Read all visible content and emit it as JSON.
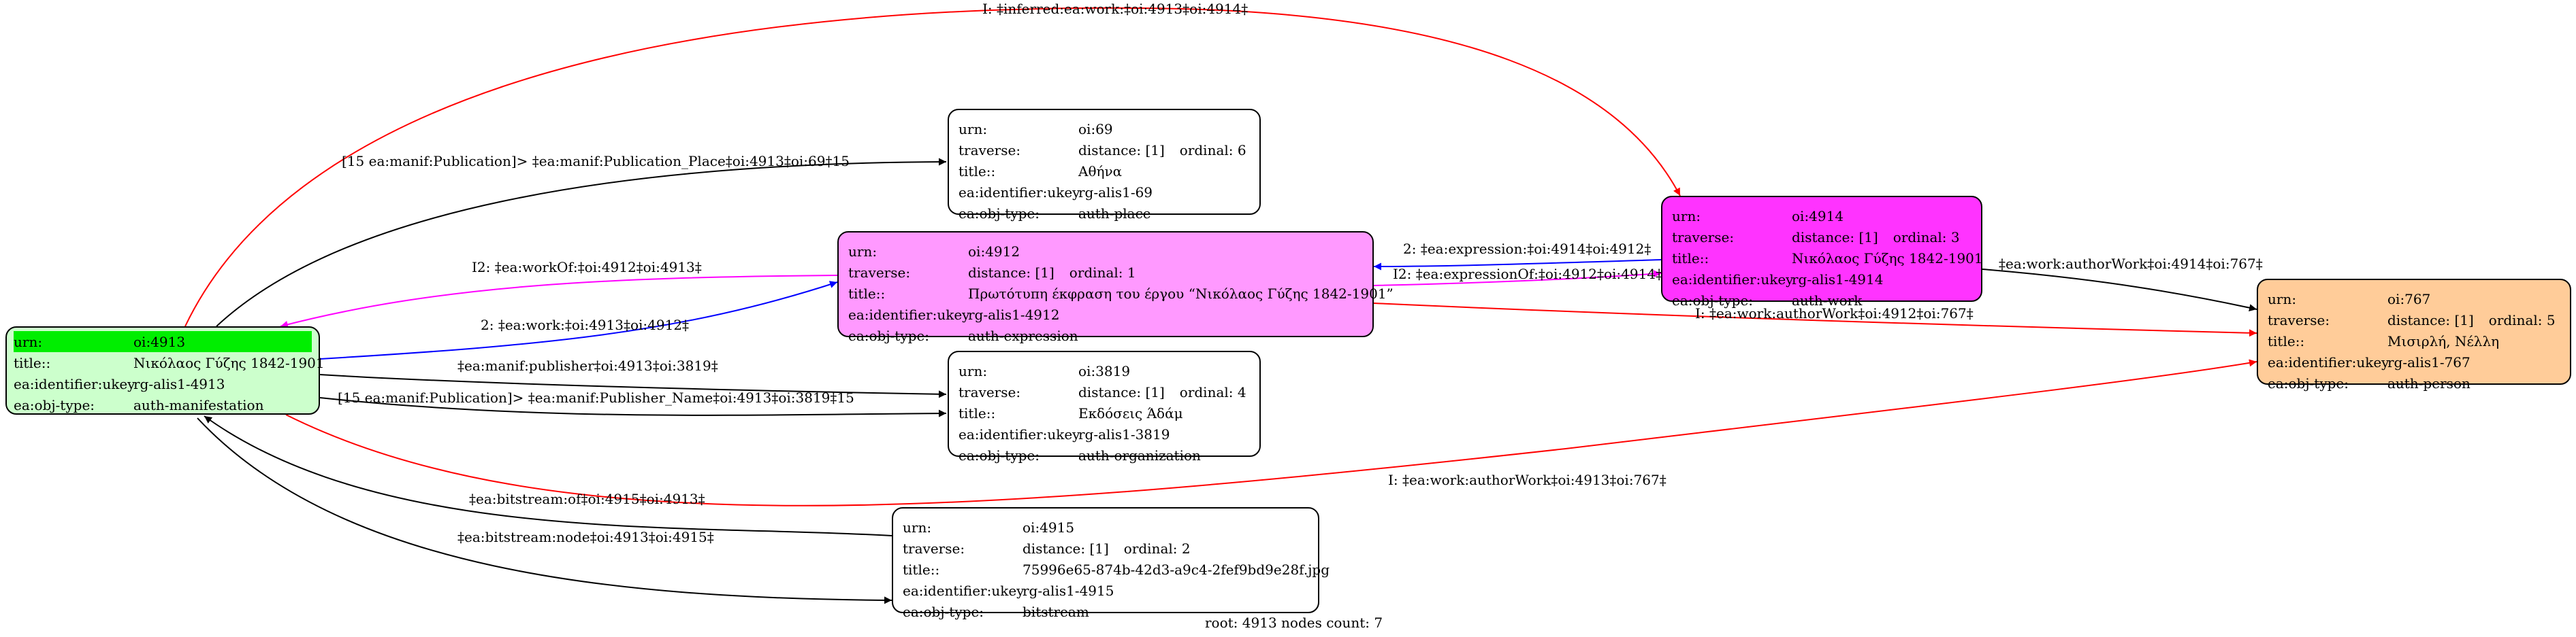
{
  "nodes": {
    "n4913": {
      "fill": "#ccffcc",
      "rows": [
        {
          "key": "urn:",
          "value": "oi:4913",
          "highlight": true
        },
        {
          "key": "title::",
          "value": "Νικόλαος Γύζης 1842-1901"
        },
        {
          "key": "ea:identifier:ukey",
          "value": "rg-alis1-4913"
        },
        {
          "key": "ea:obj-type:",
          "value": "auth-manifestation"
        }
      ]
    },
    "n69": {
      "fill": "#ffffff",
      "rows": [
        {
          "key": "urn:",
          "value": "oi:69"
        },
        {
          "key": "traverse:",
          "value": "distance: [1]",
          "ordinal": "ordinal: 6"
        },
        {
          "key": "title::",
          "value": "Αθήνα"
        },
        {
          "key": "ea:identifier:ukey",
          "value": "rg-alis1-69"
        },
        {
          "key": "ea:obj-type:",
          "value": "auth-place"
        }
      ]
    },
    "n4912": {
      "fill": "#ff99ff",
      "rows": [
        {
          "key": "urn:",
          "value": "oi:4912"
        },
        {
          "key": "traverse:",
          "value": "distance: [1]",
          "ordinal": "ordinal: 1"
        },
        {
          "key": "title::",
          "value": "Πρωτότυπη έκφραση του έργου “Νικόλαος Γύζης 1842-1901”"
        },
        {
          "key": "ea:identifier:ukey",
          "value": "rg-alis1-4912"
        },
        {
          "key": "ea:obj-type:",
          "value": "auth-expression"
        }
      ]
    },
    "n4914": {
      "fill": "#ff33ff",
      "rows": [
        {
          "key": "urn:",
          "value": "oi:4914"
        },
        {
          "key": "traverse:",
          "value": "distance: [1]",
          "ordinal": "ordinal: 3"
        },
        {
          "key": "title::",
          "value": "Νικόλαος Γύζης 1842-1901"
        },
        {
          "key": "ea:identifier:ukey",
          "value": "rg-alis1-4914"
        },
        {
          "key": "ea:obj-type:",
          "value": "auth-work"
        }
      ]
    },
    "n767": {
      "fill": "#ffcc99",
      "rows": [
        {
          "key": "urn:",
          "value": "oi:767"
        },
        {
          "key": "traverse:",
          "value": "distance: [1]",
          "ordinal": "ordinal: 5"
        },
        {
          "key": "title::",
          "value": "Μισιρλή, Νέλλη"
        },
        {
          "key": "ea:identifier:ukey",
          "value": "rg-alis1-767"
        },
        {
          "key": "ea:obj-type:",
          "value": "auth-person"
        }
      ]
    },
    "n3819": {
      "fill": "#ffffff",
      "rows": [
        {
          "key": "urn:",
          "value": "oi:3819"
        },
        {
          "key": "traverse:",
          "value": "distance: [1]",
          "ordinal": "ordinal: 4"
        },
        {
          "key": "title::",
          "value": "Εκδόσεις Άδάμ"
        },
        {
          "key": "ea:identifier:ukey",
          "value": "rg-alis1-3819"
        },
        {
          "key": "ea:obj-type:",
          "value": "auth-organization"
        }
      ]
    },
    "n4915": {
      "fill": "#ffffff",
      "rows": [
        {
          "key": "urn:",
          "value": "oi:4915"
        },
        {
          "key": "traverse:",
          "value": "distance: [1]",
          "ordinal": "ordinal: 2"
        },
        {
          "key": "title::",
          "value": "75996e65-874b-42d3-a9c4-2fef9bd9e28f.jpg"
        },
        {
          "key": "ea:identifier:ukey",
          "value": "rg-alis1-4915"
        },
        {
          "key": "ea:obj-type:",
          "value": "bitstream"
        }
      ]
    }
  },
  "edges": {
    "inferred_work": {
      "label": "I: ‡inferred:ea:work:‡oi:4913‡oi:4914‡",
      "color": "#ff0000"
    },
    "publication_place": {
      "label": "[15 ea:manif:Publication]> ‡ea:manif:Publication_Place‡oi:4913‡oi:69‡15",
      "color": "#000000"
    },
    "work_of": {
      "label": "I2: ‡ea:workOf:‡oi:4912‡oi:4913‡",
      "color": "#ff00ff"
    },
    "ea_work": {
      "label": "2: ‡ea:work:‡oi:4913‡oi:4912‡",
      "color": "#0000ff"
    },
    "expression": {
      "label": "2: ‡ea:expression:‡oi:4914‡oi:4912‡",
      "color": "#0000ff"
    },
    "expression_of": {
      "label": "I2: ‡ea:expressionOf:‡oi:4912‡oi:4914‡",
      "color": "#ff00ff"
    },
    "author_work_4914": {
      "label": "‡ea:work:authorWork‡oi:4914‡oi:767‡",
      "color": "#000000"
    },
    "author_work_4912": {
      "label": "I: ‡ea:work:authorWork‡oi:4912‡oi:767‡",
      "color": "#ff0000"
    },
    "publisher": {
      "label": "‡ea:manif:publisher‡oi:4913‡oi:3819‡",
      "color": "#000000"
    },
    "publisher_name": {
      "label": "[15 ea:manif:Publication]> ‡ea:manif:Publisher_Name‡oi:4913‡oi:3819‡15",
      "color": "#000000"
    },
    "author_work_4913": {
      "label": "I: ‡ea:work:authorWork‡oi:4913‡oi:767‡",
      "color": "#ff0000"
    },
    "bitstream_of": {
      "label": "‡ea:bitstream:of‡oi:4915‡oi:4913‡",
      "color": "#000000"
    },
    "bitstream_node": {
      "label": "‡ea:bitstream:node‡oi:4913‡oi:4915‡",
      "color": "#000000"
    }
  },
  "footer": "root: 4913 nodes count: 7"
}
